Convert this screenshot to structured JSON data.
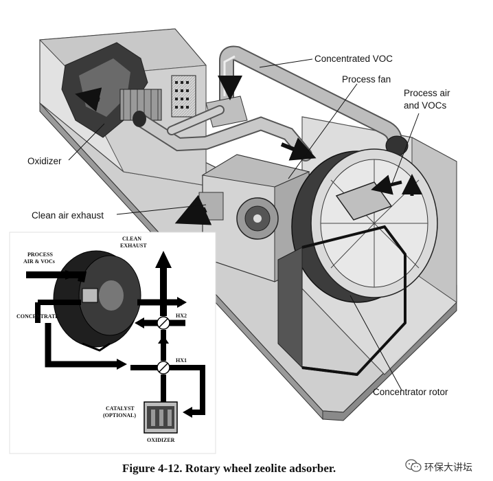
{
  "labels": {
    "concentrated_voc": "Concentrated VOC",
    "process_fan": "Process fan",
    "process_air_1": "Process air",
    "process_air_2": "and VOCs",
    "oxidizer": "Oxidizer",
    "clean_air_exhaust": "Clean air exhaust",
    "concentrator_rotor": "Concentrator rotor"
  },
  "schematic": {
    "process_air_1": "PROCESS",
    "process_air_2": "AIR & VOCs",
    "clean_exhaust_1": "CLEAN",
    "clean_exhaust_2": "EXHAUST",
    "concentrate": "CONCENTRATE",
    "hx2": "HX2",
    "hx1": "HX1",
    "catalyst_1": "CATALYST",
    "catalyst_2": "(OPTIONAL)",
    "oxidizer": "OXIDIZER"
  },
  "caption": "Figure 4-12. Rotary wheel zeolite adsorber.",
  "watermark": "环保大讲坛"
}
